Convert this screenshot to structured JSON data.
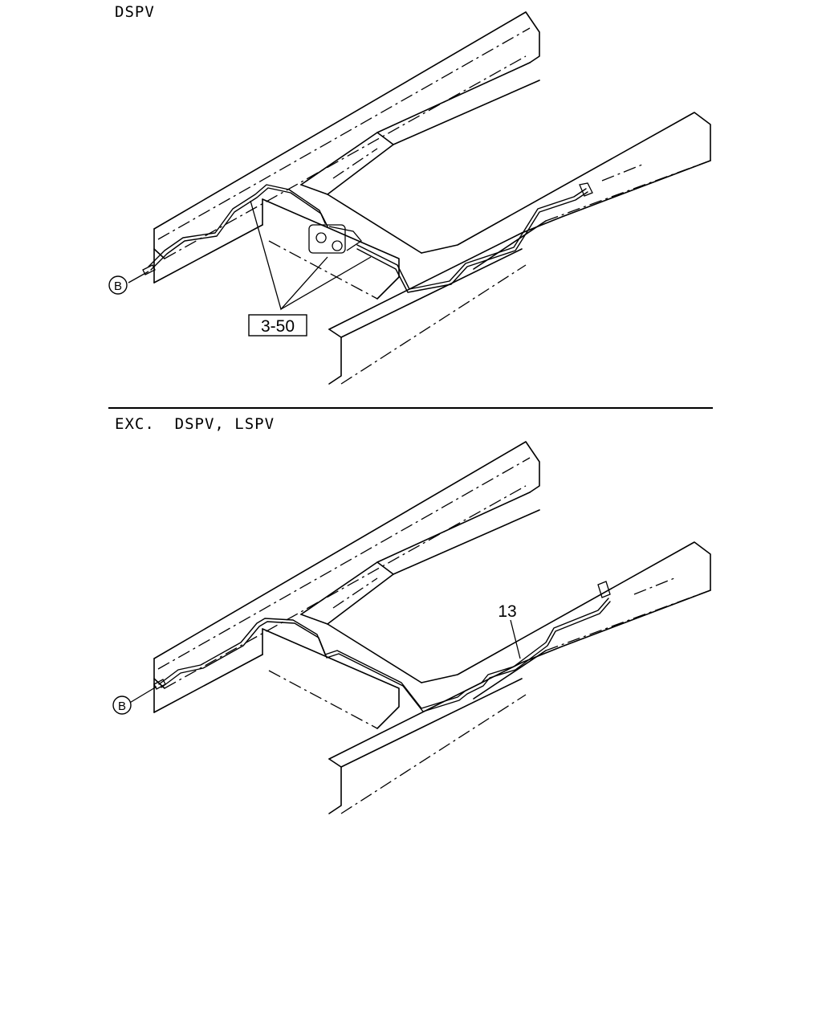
{
  "sections": [
    {
      "label": "DSPV",
      "callouts": [
        {
          "ref": "B",
          "type": "circled-letter"
        },
        {
          "ref": "3-50",
          "type": "boxed-reference"
        }
      ]
    },
    {
      "label": "EXC.  DSPV, LSPV",
      "callouts": [
        {
          "ref": "B",
          "type": "circled-letter"
        },
        {
          "ref": "13",
          "type": "part-number"
        }
      ]
    }
  ]
}
